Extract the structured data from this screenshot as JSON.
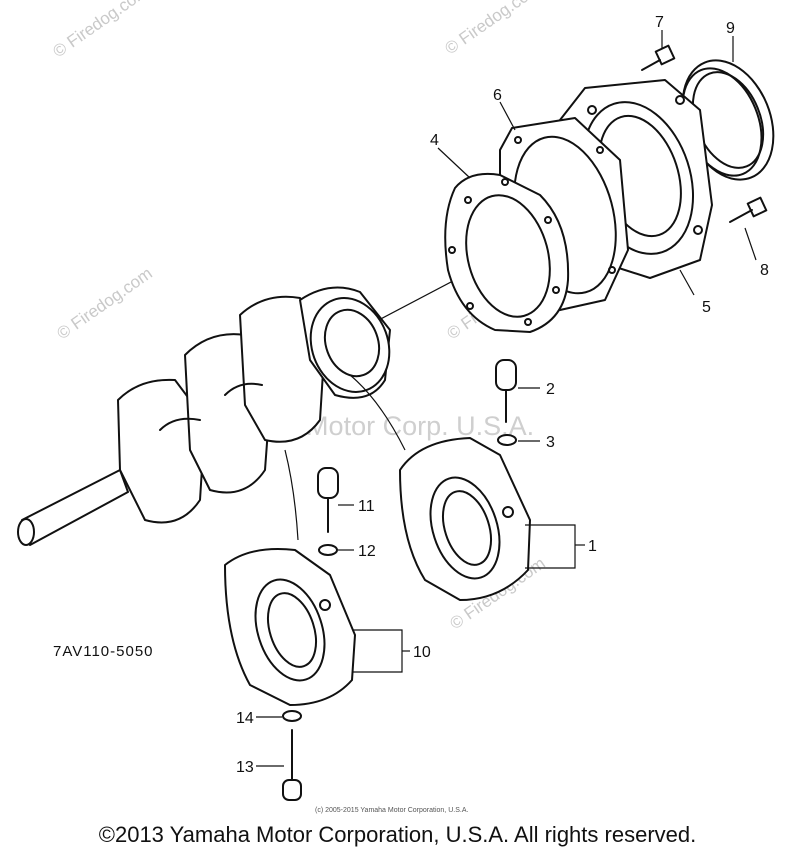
{
  "watermark": {
    "site": "© Firedog.com",
    "company": "Yamaha Motor Corp. U.S.A."
  },
  "diagram_code": "7AV110-5050",
  "fine_print": "(c) 2005-2015 Yamaha Motor Corporation, U.S.A.",
  "copyright": "©2013 Yamaha Motor Corporation, U.S.A. All rights reserved.",
  "callouts": {
    "c1": "1",
    "c2": "2",
    "c3": "3",
    "c4": "4",
    "c5": "5",
    "c6": "6",
    "c7": "7",
    "c8": "8",
    "c9": "9",
    "c10": "10",
    "c11": "11",
    "c12": "12",
    "c13": "13",
    "c14": "14"
  }
}
